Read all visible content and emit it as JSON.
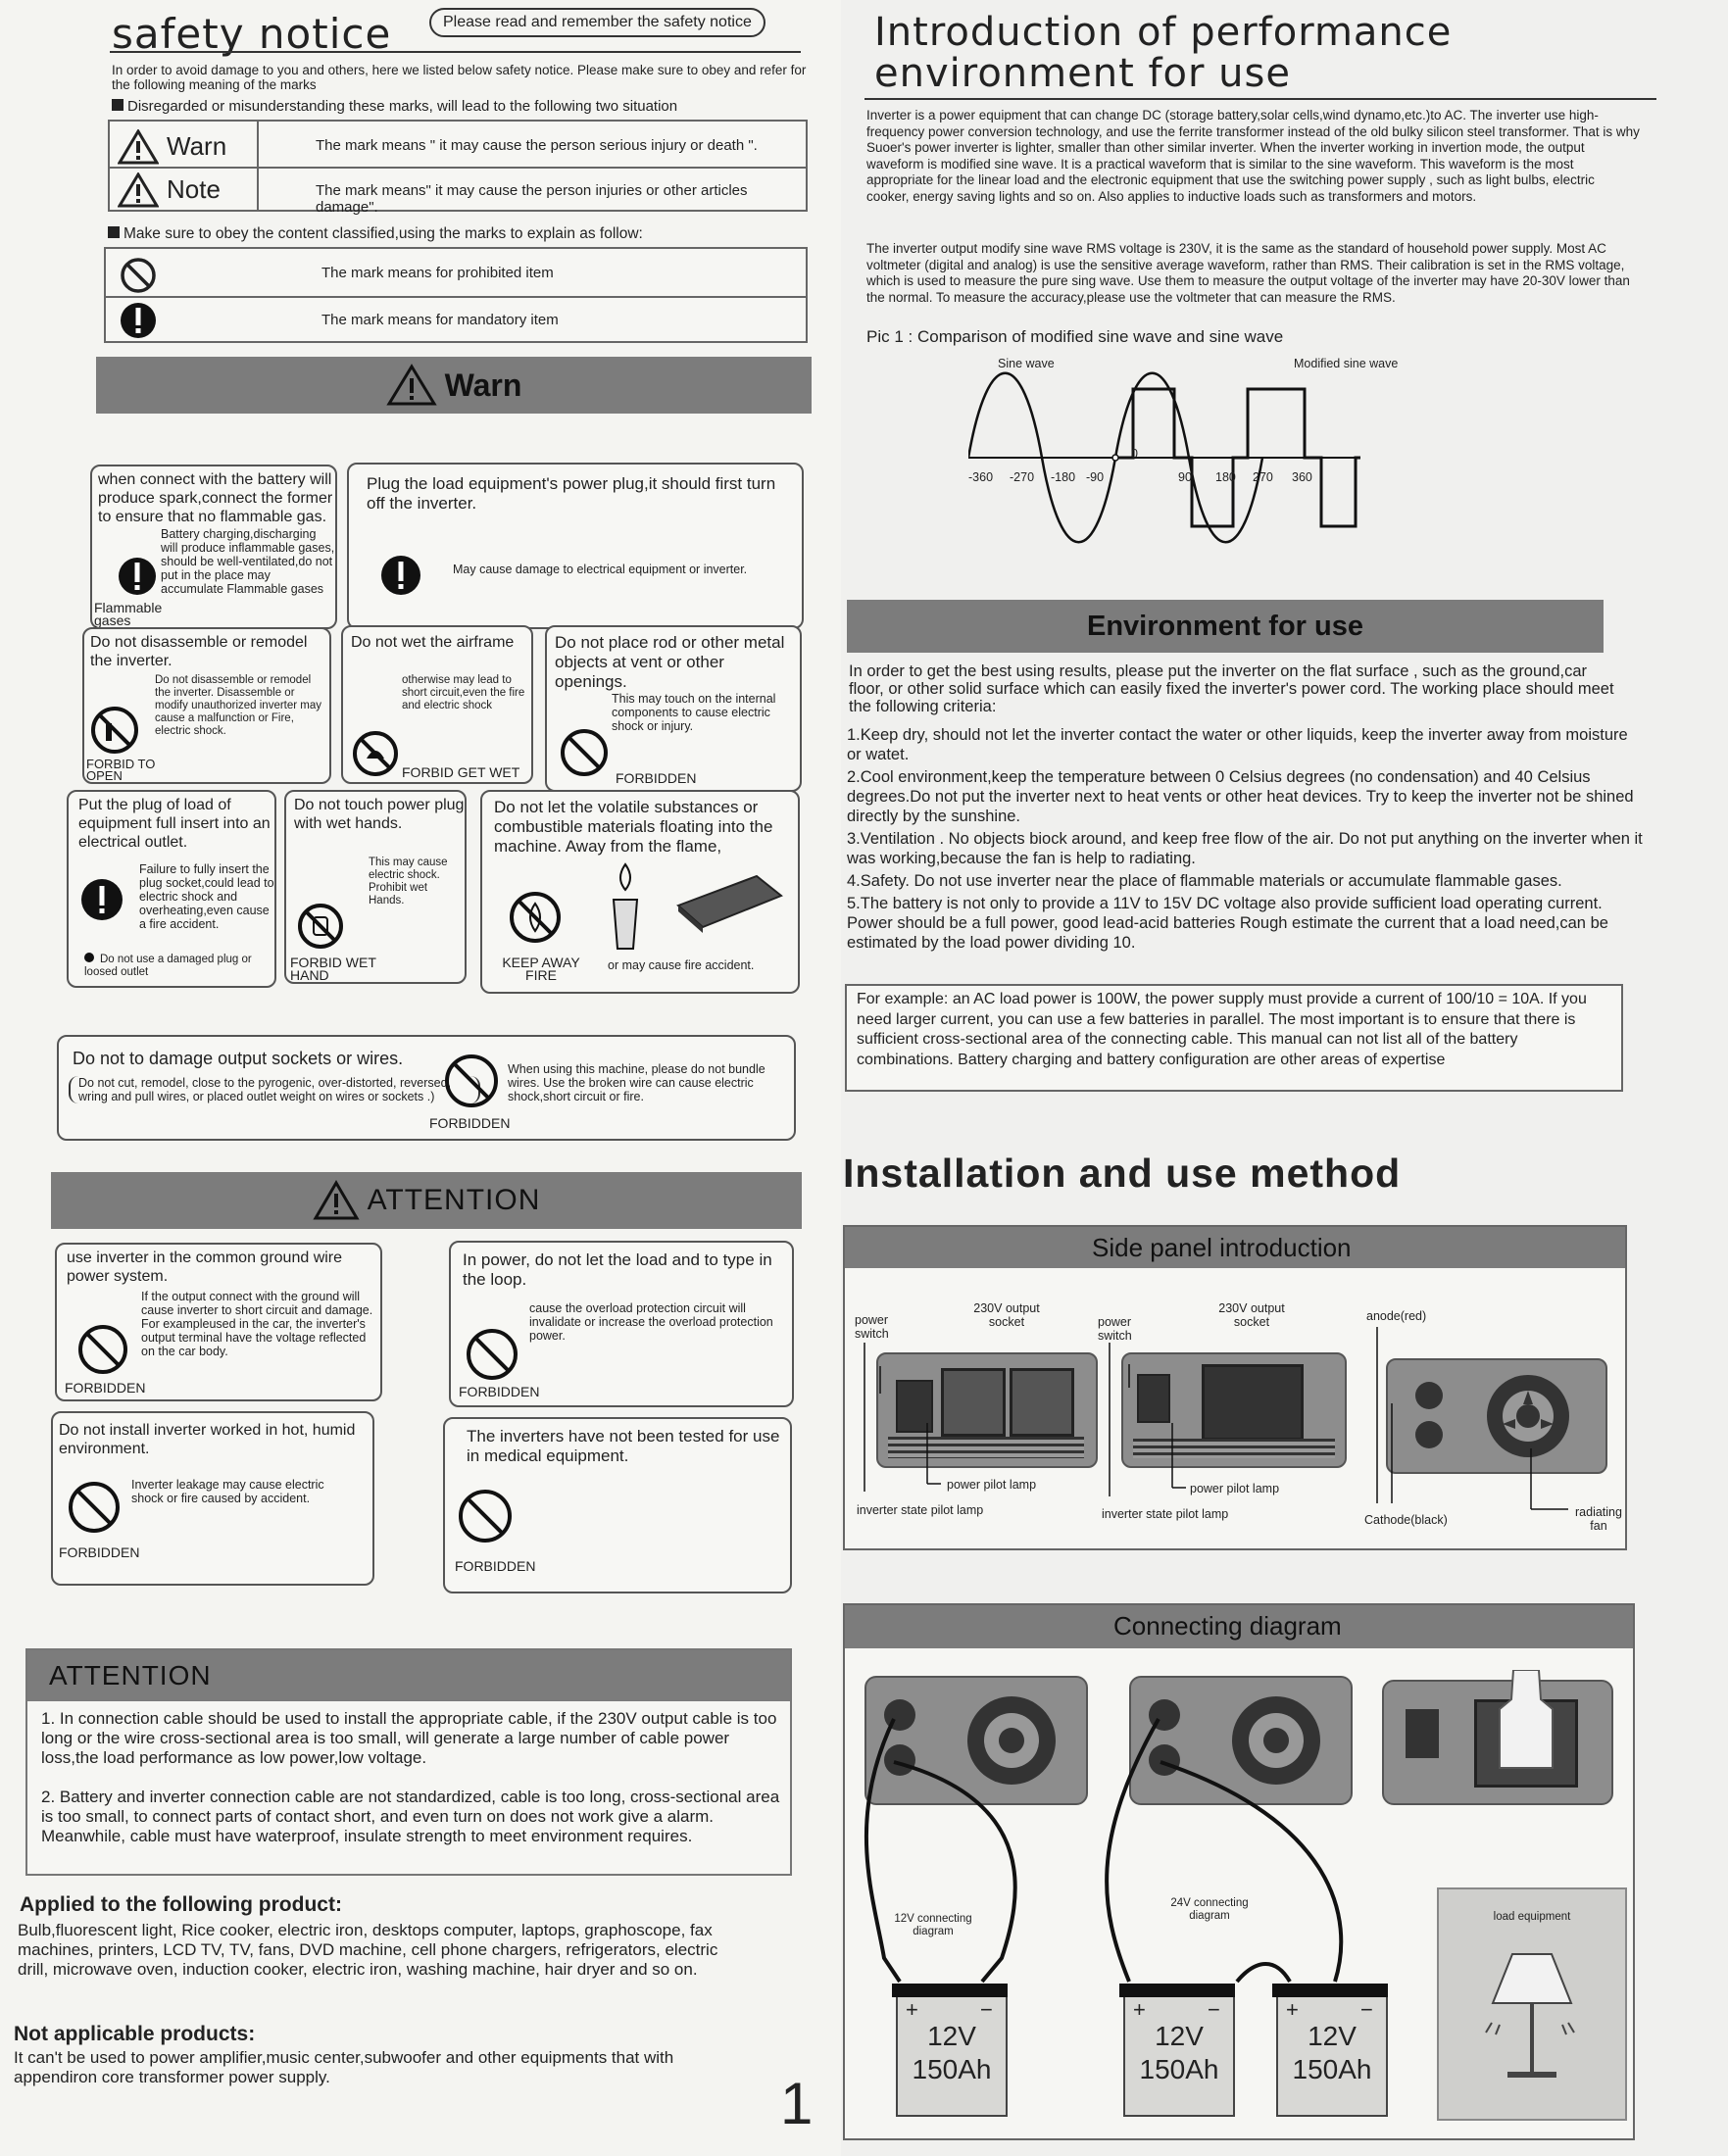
{
  "left": {
    "title": "safety notice",
    "title_badge": "Please read and remember the safety notice",
    "intro": "In order to avoid damage to you and others, here we listed below safety notice. Please make sure to obey and refer for the following meaning of the marks",
    "disregard_heading": "Disregarded or misunderstanding these marks, will lead to the following two situation",
    "marks": [
      {
        "label": "Warn",
        "desc": "The mark means \" it may cause the person serious injury or death \"."
      },
      {
        "label": "Note",
        "desc": "The mark means\" it may cause the person injuries or other articles damage\"."
      }
    ],
    "obey_heading": "Make sure to obey the content classified,using the marks to explain as follow:",
    "classes": [
      {
        "desc": "The mark means for prohibited item"
      },
      {
        "desc": "The mark means for mandatory item"
      }
    ],
    "warn_bar": "Warn",
    "warn_boxes": {
      "battery": {
        "title": "when connect with the battery will produce spark,connect the former to ensure that no flammable gas.",
        "body": "Battery charging,discharging will produce inflammable gases, should be well-ventilated,do not put in the place may accumulate Flammable gases",
        "caption": "Flammable gases"
      },
      "plug": {
        "title": "Plug the load equipment's power plug,it should first turn off the inverter.",
        "body": "May cause damage to electrical equipment or inverter."
      },
      "disassemble": {
        "title": "Do not disassemble or remodel the inverter.",
        "body": "Do not disassemble or remodel the inverter. Disassemble or modify unauthorized inverter may cause a malfunction or Fire, electric shock.",
        "caption": "FORBID TO OPEN"
      },
      "wet": {
        "title": "Do not wet the airframe",
        "body": "otherwise may lead to short circuit,even the fire and electric shock",
        "caption": "FORBID GET WET"
      },
      "rod": {
        "title": "Do not place rod or other metal objects at vent or other openings.",
        "body": "This may touch on the internal components to cause electric shock or injury.",
        "caption": "FORBIDDEN"
      },
      "plugload": {
        "title": "Put the plug of load of equipment full insert into an electrical outlet.",
        "body": "Failure to fully insert the plug socket,could lead to electric shock and overheating,even cause a fire accident.",
        "note": "Do not use a damaged plug or loosed outlet"
      },
      "touch": {
        "title": "Do not touch power plug with wet hands.",
        "body": "This may cause electric shock. Prohibit wet Hands.",
        "caption": "FORBID WET HAND"
      },
      "volatile": {
        "title": "Do not let the volatile substances or combustible materials floating into the machine. Away from the flame,",
        "caption": "KEEP AWAY FIRE",
        "body": "or may cause fire accident."
      }
    },
    "sockets_box": {
      "title": "Do not to damage output sockets or wires.",
      "body": "Do not cut, remodel, close to the pyrogenic, over-distorted, reversed, wring and pull wires, or placed outlet weight on wires or sockets .)",
      "right": "When using this machine, please do not bundle wires. Use the broken wire can cause electric shock,short circuit or fire.",
      "caption": "FORBIDDEN"
    },
    "attention_bar": "ATTENTION",
    "attention_boxes": [
      {
        "title": "use inverter in the common ground wire power system.",
        "body": "If the output connect with the ground will cause inverter to short circuit and damage. For exampleused in the car, the inverter's output terminal have the voltage reflected on the car body.",
        "caption": "FORBIDDEN"
      },
      {
        "title": "In power, do not let the load and to type in the loop.",
        "body": "cause the overload protection circuit will invalidate or increase the overload protection power.",
        "caption": "FORBIDDEN"
      },
      {
        "title": "Do not install inverter worked in hot, humid environment.",
        "body": "Inverter leakage may cause electric shock or fire caused by accident.",
        "caption": "FORBIDDEN"
      },
      {
        "title": "The inverters have not been tested for use in medical equipment.",
        "body": "",
        "caption": "FORBIDDEN"
      }
    ],
    "attention2": {
      "title": "ATTENTION",
      "items": [
        "1. In connection cable should be used to install the appropriate cable, if the 230V output cable is too long or the wire cross-sectional area is too small, will generate a large number of cable power loss,the load performance as low power,low voltage.",
        "2. Battery and inverter connection cable are not standardized, cable is too long, cross-sectional area is too small, to connect parts of contact short, and even turn on does not work give a alarm. Meanwhile, cable must have waterproof, insulate strength to meet environment requires."
      ]
    },
    "applied": {
      "title": "Applied to the following product:",
      "text": "Bulb,fluorescent light, Rice cooker, electric iron, desktops computer, laptops, graphoscope, fax machines, printers, LCD TV, TV, fans, DVD machine, cell phone chargers, refrigerators, electric drill, microwave oven, induction cooker, electric iron, washing machine, hair dryer and so on."
    },
    "not_applicable": {
      "title": "Not applicable products:",
      "text": "It can't be used to power amplifier,music center,subwoofer and other equipments that with appendiron core transformer power supply."
    },
    "page_number": "1"
  },
  "right": {
    "title_line1": "Introduction of performance",
    "title_line2": "environment for use",
    "para1": "Inverter is a power equipment that can change DC (storage battery,solar cells,wind dynamo,etc.)to AC. The inverter use high-frequency power conversion technology, and use the ferrite transformer instead of the old bulky silicon steel transformer. That is why Suoer's power inverter is lighter, smaller than other similar inverter. When the inverter working in invertion mode, the output waveform is modified sine wave. It is a practical waveform that is similar to the sine waveform. This waveform is the most appropriate for the linear load and the electronic equipment that use the switching power supply , such as light bulbs, electric cooker, energy saving lights and so on. Also applies to inductive loads such as transformers and motors.",
    "para2": "The inverter output modify sine wave RMS voltage is 230V, it is the same as the standard of household power supply. Most AC voltmeter (digital and analog) is use the sensitive average waveform, rather than RMS. Their calibration is set in the RMS voltage, which is used to measure the pure sing wave. Use them to measure the output voltage of the inverter may have 20-30V lower than the normal. To measure the accuracy,please use the voltmeter that can measure the RMS.",
    "pic_caption": "Pic 1 : Comparison of modified sine wave and sine wave",
    "wave": {
      "sine_label": "Sine wave",
      "modified_label": "Modified sine wave",
      "ticks": [
        "-360",
        "-270",
        "-180",
        "-90",
        "0",
        "90",
        "180",
        "270",
        "360"
      ]
    },
    "env_bar": "Environment for use",
    "env_intro": "In order to get the best using results, please put the inverter on the flat surface , such as the ground,car floor, or other solid surface which can easily fixed the inverter's power cord. The working place should meet the following criteria:",
    "env_items": [
      "1.Keep dry, should not let the inverter contact the water or other liquids, keep the inverter away from moisture or watet.",
      "2.Cool environment,keep the temperature between 0 Celsius degrees (no condensation) and 40 Celsius degrees.Do not put the inverter next to heat vents or other heat devices. Try to keep the inverter not be shined directly by the sunshine.",
      "3.Ventilation . No objects biock around, and keep free flow of the air. Do not put anything on the inverter when it was working,because the fan is help to radiating.",
      "4.Safety. Do not use inverter near the place of flammable materials or accumulate flammable gases.",
      "5.The battery is not only to provide a 11V to 15V DC voltage also provide sufficient load operating current. Power should be a full power, good lead-acid batteries Rough estimate the current that a load need,can be estimated by the load power dividing 10."
    ],
    "example": "For example: an AC load power is 100W, the power supply must provide a current of 100/10 = 10A. If you need larger current, you can use a few batteries in parallel. The most important is to ensure that there is sufficient cross-sectional area of the connecting cable. This manual can not list all of the battery combinations. Battery charging and battery configuration are other areas of expertise",
    "install_title": "Installation and use method",
    "side_panel": {
      "bar": "Side panel introduction",
      "labels": {
        "power_switch": "power switch",
        "output_socket": "230V output socket",
        "pilot_lamp": "power pilot lamp",
        "state_lamp": "inverter state pilot lamp",
        "anode": "anode(red)",
        "cathode": "Cathode(black)",
        "fan": "radiating fan"
      }
    },
    "connecting": {
      "bar": "Connecting diagram",
      "d12": "12V connecting diagram",
      "d24": "24V connecting diagram",
      "load": "load equipment",
      "battery_voltage": "12V",
      "battery_capacity": "150Ah",
      "plus": "+",
      "minus": "−"
    }
  }
}
